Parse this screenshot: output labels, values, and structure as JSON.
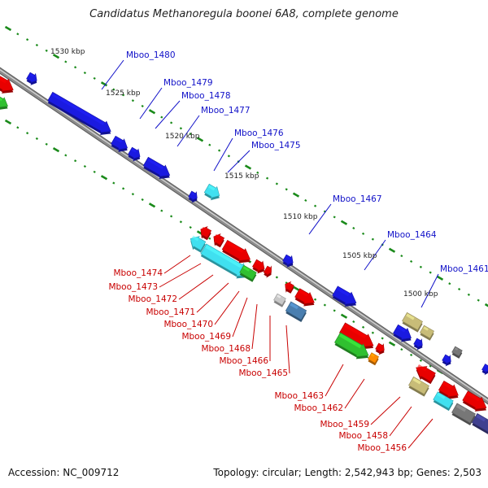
{
  "title": "Candidatus Methanoregula boonei 6A8, complete genome",
  "footer": {
    "accession": "Accession: NC_009712",
    "topology": "Topology: circular; Length: 2,542,943 bp; Genes: 2,503"
  },
  "colors": {
    "backbone": "#8c8c8c",
    "tick": "#1a8a1a",
    "forward_label": "#1010c8",
    "reverse_label": "#c80000",
    "blue": "#1a1ae0",
    "red": "#e80000",
    "cyan": "#40e0f0",
    "green": "#30c030",
    "orange": "#ff8c00",
    "tan": "#c8bc78",
    "steel": "#4a7fb0",
    "lightgray": "#c8c8c8",
    "darkgray": "#777777",
    "navy": "#404090"
  },
  "ruler_labels": [
    {
      "text": "1530 kbp"
    },
    {
      "text": "1525 kbp"
    },
    {
      "text": "1520 kbp"
    },
    {
      "text": "1515 kbp"
    },
    {
      "text": "1510 kbp"
    },
    {
      "text": "1505 kbp"
    },
    {
      "text": "1500 kbp"
    }
  ],
  "forward_genes": [
    "Mboo_1480",
    "Mboo_1479",
    "Mboo_1478",
    "Mboo_1477",
    "Mboo_1476",
    "Mboo_1475",
    "Mboo_1467",
    "Mboo_1464",
    "Mboo_1461"
  ],
  "reverse_genes": [
    "Mboo_1474",
    "Mboo_1473",
    "Mboo_1472",
    "Mboo_1471",
    "Mboo_1470",
    "Mboo_1469",
    "Mboo_1468",
    "Mboo_1466",
    "Mboo_1465",
    "Mboo_1463",
    "Mboo_1462",
    "Mboo_1459",
    "Mboo_1458",
    "Mboo_1456"
  ]
}
